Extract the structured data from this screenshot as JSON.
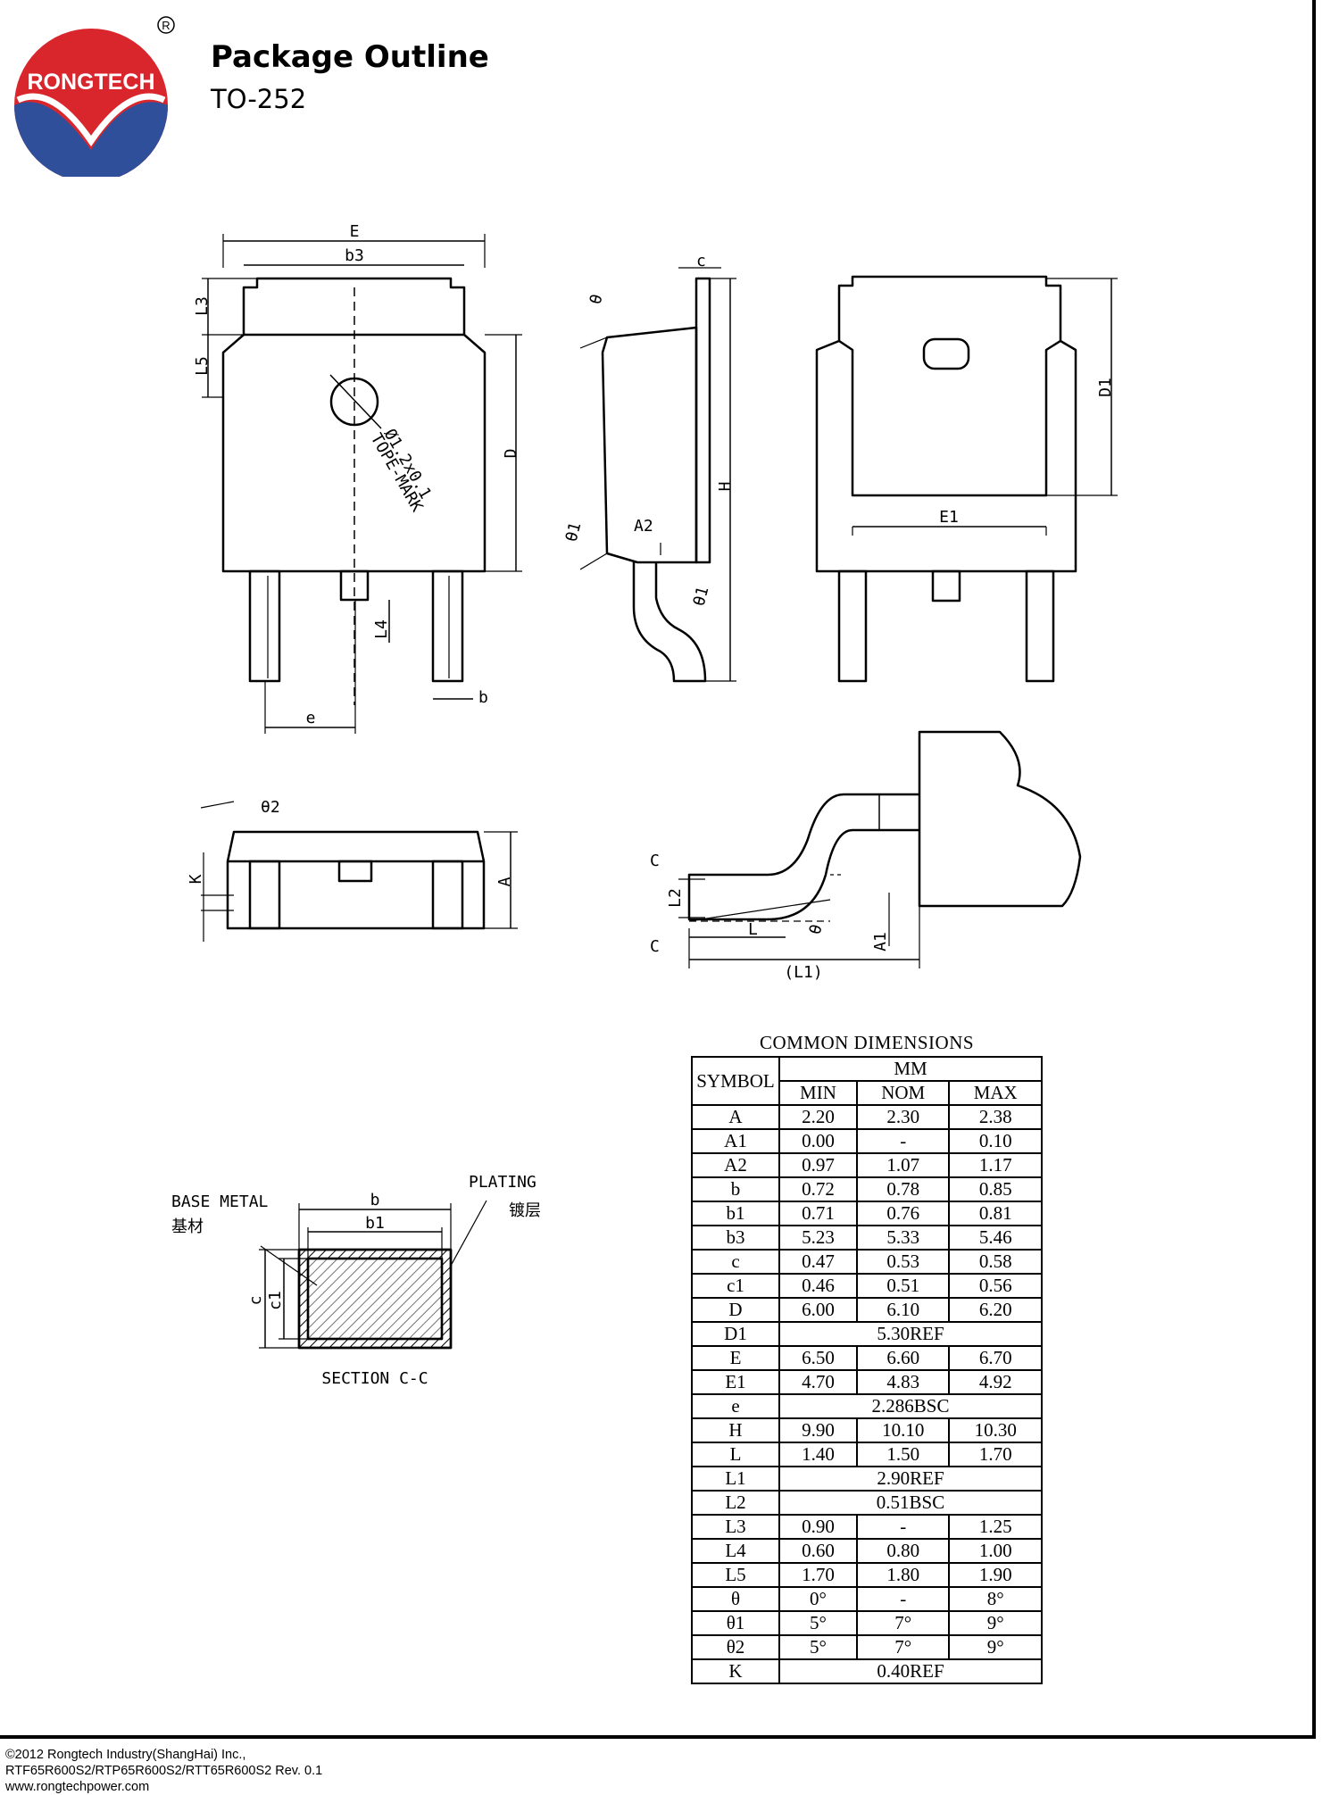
{
  "brand": {
    "name": "RONGTECH",
    "registered": "®",
    "colors": {
      "red": "#d8262c",
      "blue": "#2f4f9a"
    }
  },
  "header": {
    "title": "Package Outline",
    "subtitle": "TO-252"
  },
  "drawing_labels": {
    "E": "E",
    "b3": "b3",
    "L3": "L3",
    "L5": "L5",
    "D": "D",
    "L4": "L4",
    "e": "e",
    "b": "b",
    "hole": "Ø1.2x0.1",
    "tope_mark": "TOPE-MARK",
    "c": "c",
    "theta": "θ",
    "H": "H",
    "A2": "A2",
    "theta1": "θ1",
    "D1": "D1",
    "E1": "E1",
    "theta2": "θ2",
    "K": "K",
    "A": "A",
    "C": "C",
    "L2": "L2",
    "L": "L",
    "A1": "A1",
    "L1": "(L1)",
    "base_metal": "BASE METAL",
    "base_metal_cn": "基材",
    "plating": "PLATING",
    "plating_cn": "镀层",
    "b1": "b1",
    "c1": "c1",
    "section": "SECTION C-C"
  },
  "dimensions_table": {
    "caption": "COMMON DIMENSIONS",
    "symbol_header": "SYMBOL",
    "unit_header": "MM",
    "columns": [
      "MIN",
      "NOM",
      "MAX"
    ],
    "rows": [
      {
        "symbol": "A",
        "min": "2.20",
        "nom": "2.30",
        "max": "2.38"
      },
      {
        "symbol": "A1",
        "min": "0.00",
        "nom": "-",
        "max": "0.10"
      },
      {
        "symbol": "A2",
        "min": "0.97",
        "nom": "1.07",
        "max": "1.17"
      },
      {
        "symbol": "b",
        "min": "0.72",
        "nom": "0.78",
        "max": "0.85"
      },
      {
        "symbol": "b1",
        "min": "0.71",
        "nom": "0.76",
        "max": "0.81"
      },
      {
        "symbol": "b3",
        "min": "5.23",
        "nom": "5.33",
        "max": "5.46"
      },
      {
        "symbol": "c",
        "min": "0.47",
        "nom": "0.53",
        "max": "0.58"
      },
      {
        "symbol": "c1",
        "min": "0.46",
        "nom": "0.51",
        "max": "0.56"
      },
      {
        "symbol": "D",
        "min": "6.00",
        "nom": "6.10",
        "max": "6.20"
      },
      {
        "symbol": "D1",
        "span": "5.30REF"
      },
      {
        "symbol": "E",
        "min": "6.50",
        "nom": "6.60",
        "max": "6.70"
      },
      {
        "symbol": "E1",
        "min": "4.70",
        "nom": "4.83",
        "max": "4.92"
      },
      {
        "symbol": "e",
        "span": "2.286BSC"
      },
      {
        "symbol": "H",
        "min": "9.90",
        "nom": "10.10",
        "max": "10.30"
      },
      {
        "symbol": "L",
        "min": "1.40",
        "nom": "1.50",
        "max": "1.70"
      },
      {
        "symbol": "L1",
        "span": "2.90REF"
      },
      {
        "symbol": "L2",
        "span": "0.51BSC"
      },
      {
        "symbol": "L3",
        "min": "0.90",
        "nom": "-",
        "max": "1.25"
      },
      {
        "symbol": "L4",
        "min": "0.60",
        "nom": "0.80",
        "max": "1.00"
      },
      {
        "symbol": "L5",
        "min": "1.70",
        "nom": "1.80",
        "max": "1.90"
      },
      {
        "symbol": "θ",
        "min": "0°",
        "nom": "-",
        "max": "8°"
      },
      {
        "symbol": "θ1",
        "min": "5°",
        "nom": "7°",
        "max": "9°"
      },
      {
        "symbol": "θ2",
        "min": "5°",
        "nom": "7°",
        "max": "9°"
      },
      {
        "symbol": "K",
        "span": "0.40REF"
      }
    ]
  },
  "footer": {
    "copyright": "©2012 Rongtech Industry(ShangHai) Inc.,",
    "parts": "RTF65R600S2/RTP65R600S2/RTT65R600S2  Rev. 0.1",
    "website": "www.rongtechpower.com"
  }
}
